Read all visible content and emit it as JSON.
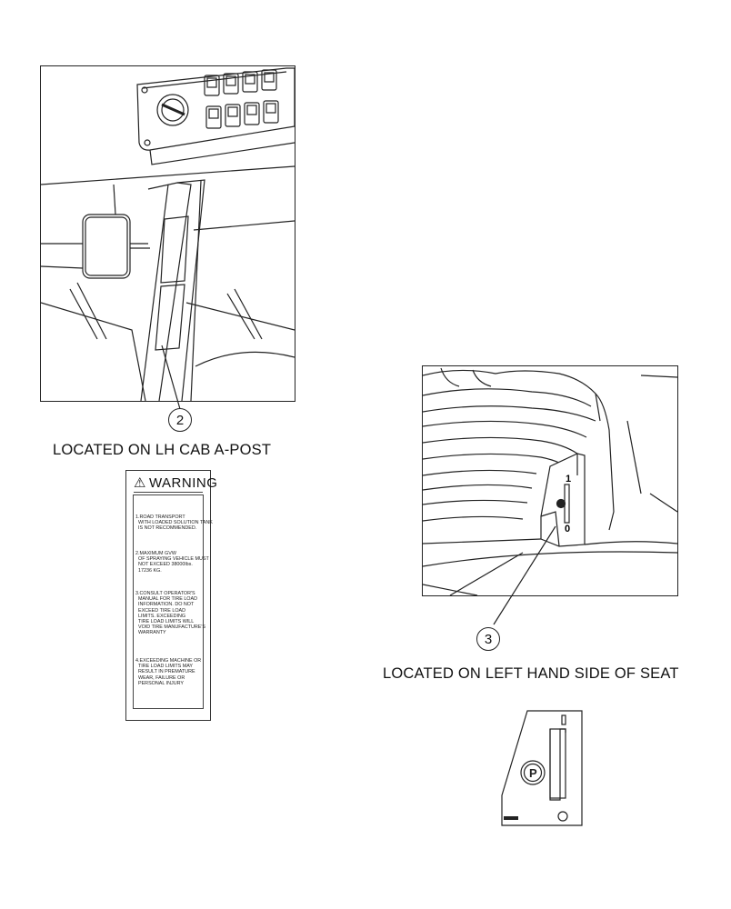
{
  "figure_a": {
    "callout": "2",
    "caption": "LOCATED ON LH CAB A-POST"
  },
  "figure_b": {
    "callout": "3",
    "caption": "LOCATED ON LEFT HAND SIDE OF SEAT",
    "lever_mark_top": "1",
    "lever_mark_bottom": "0"
  },
  "warning_decal": {
    "title": "WARNING",
    "item1": "1.ROAD TRANSPORT\n  WITH LOADED SOLUTION TANK\n  IS NOT RECOMMENDED.",
    "item2": "2.MAXIMUM GVW\n  OF SPRAYING VEHICLE MUST\n  NOT EXCEED 38000lbs.\n  17236 KG.",
    "item3": "3.CONSULT OPERATOR'S\n  MANUAL FOR TIRE LOAD\n  INFORMATION. DO NOT\n  EXCEED TIRE LOAD\n  LIMITS. EXCEEDING\n  TIRE LOAD LIMITS WILL\n  VOID TIRE MANUFACTURE'S\n  WARRANTY",
    "item4": "4.EXCEEDING MACHINE OR\n  TIRE LOAD LIMITS MAY\n  RESULT IN PREMATURE\n  WEAR, FAILURE OR\n  PERSONAL INJURY"
  },
  "seat_decal": {
    "symbol": "P"
  }
}
